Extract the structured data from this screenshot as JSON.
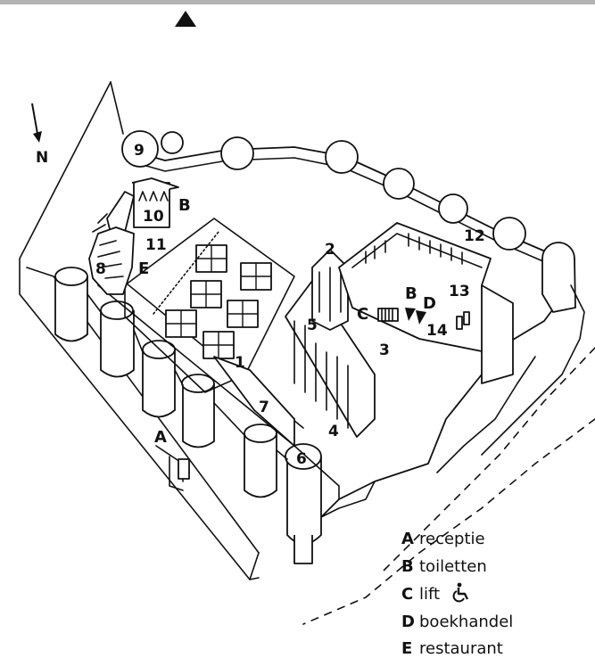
{
  "map": {
    "north_label": "N",
    "numbers": [
      "1",
      "2",
      "3",
      "4",
      "5",
      "6",
      "7",
      "8",
      "9",
      "10",
      "11",
      "12",
      "13",
      "14"
    ],
    "letters": {
      "A": "A",
      "B": "B",
      "C": "C",
      "D": "D",
      "E": "E",
      "B2": "B"
    }
  },
  "legend": [
    {
      "key": "A",
      "text": "receptie"
    },
    {
      "key": "B",
      "text": "toiletten"
    },
    {
      "key": "C",
      "text": "lift"
    },
    {
      "key": "D",
      "text": "boekhandel"
    },
    {
      "key": "E",
      "text": "restaurant"
    }
  ],
  "icons": {
    "top": "triangle-up-icon",
    "north": "north-arrow-icon",
    "wheelchair": "wheelchair-icon"
  }
}
